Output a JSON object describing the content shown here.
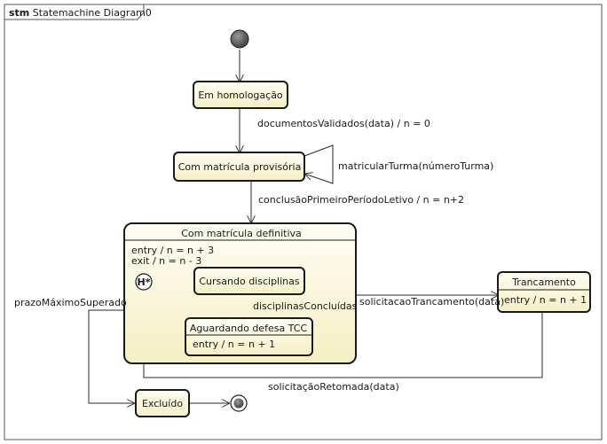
{
  "diagram": {
    "keyword": "stm",
    "name": "Statemachine Diagram0"
  },
  "states": {
    "em_homologacao": "Em homologação",
    "com_matricula_provisoria": "Com matrícula provisória",
    "com_matricula_definitiva": "Com matrícula definitiva",
    "definitiva_entry": "entry / n = n  + 3",
    "definitiva_exit": "exit / n = n - 3",
    "history": "H*",
    "cursando_disciplinas": "Cursando disciplinas",
    "aguardando_defesa": "Aguardando defesa TCC",
    "aguardando_entry": "entry / n = n + 1",
    "trancamento": "Trancamento",
    "trancamento_entry": "entry / n = n + 1",
    "excluido": "Excluído"
  },
  "transitions": {
    "documentos_validados": "documentosValidados(data) / n = 0",
    "matricular_turma": "matricularTurma(númeroTurma)",
    "conclusao_primeiro_periodo": "conclusãoPrimeiroPeríodoLetivo / n = n+2",
    "disciplinas_concluidas": "disciplinasConcluídas",
    "solicitacao_trancamento": "solicitacaoTrancamento(data)",
    "prazo_maximo_superado": "prazoMáximoSuperado",
    "solicitacao_retomada": "solicitaçãoRetomada(data)"
  },
  "colors": {
    "state_fill_top": "#fdfdf3",
    "state_fill_bottom": "#f5efc4",
    "stroke": "#1a1a1a"
  }
}
